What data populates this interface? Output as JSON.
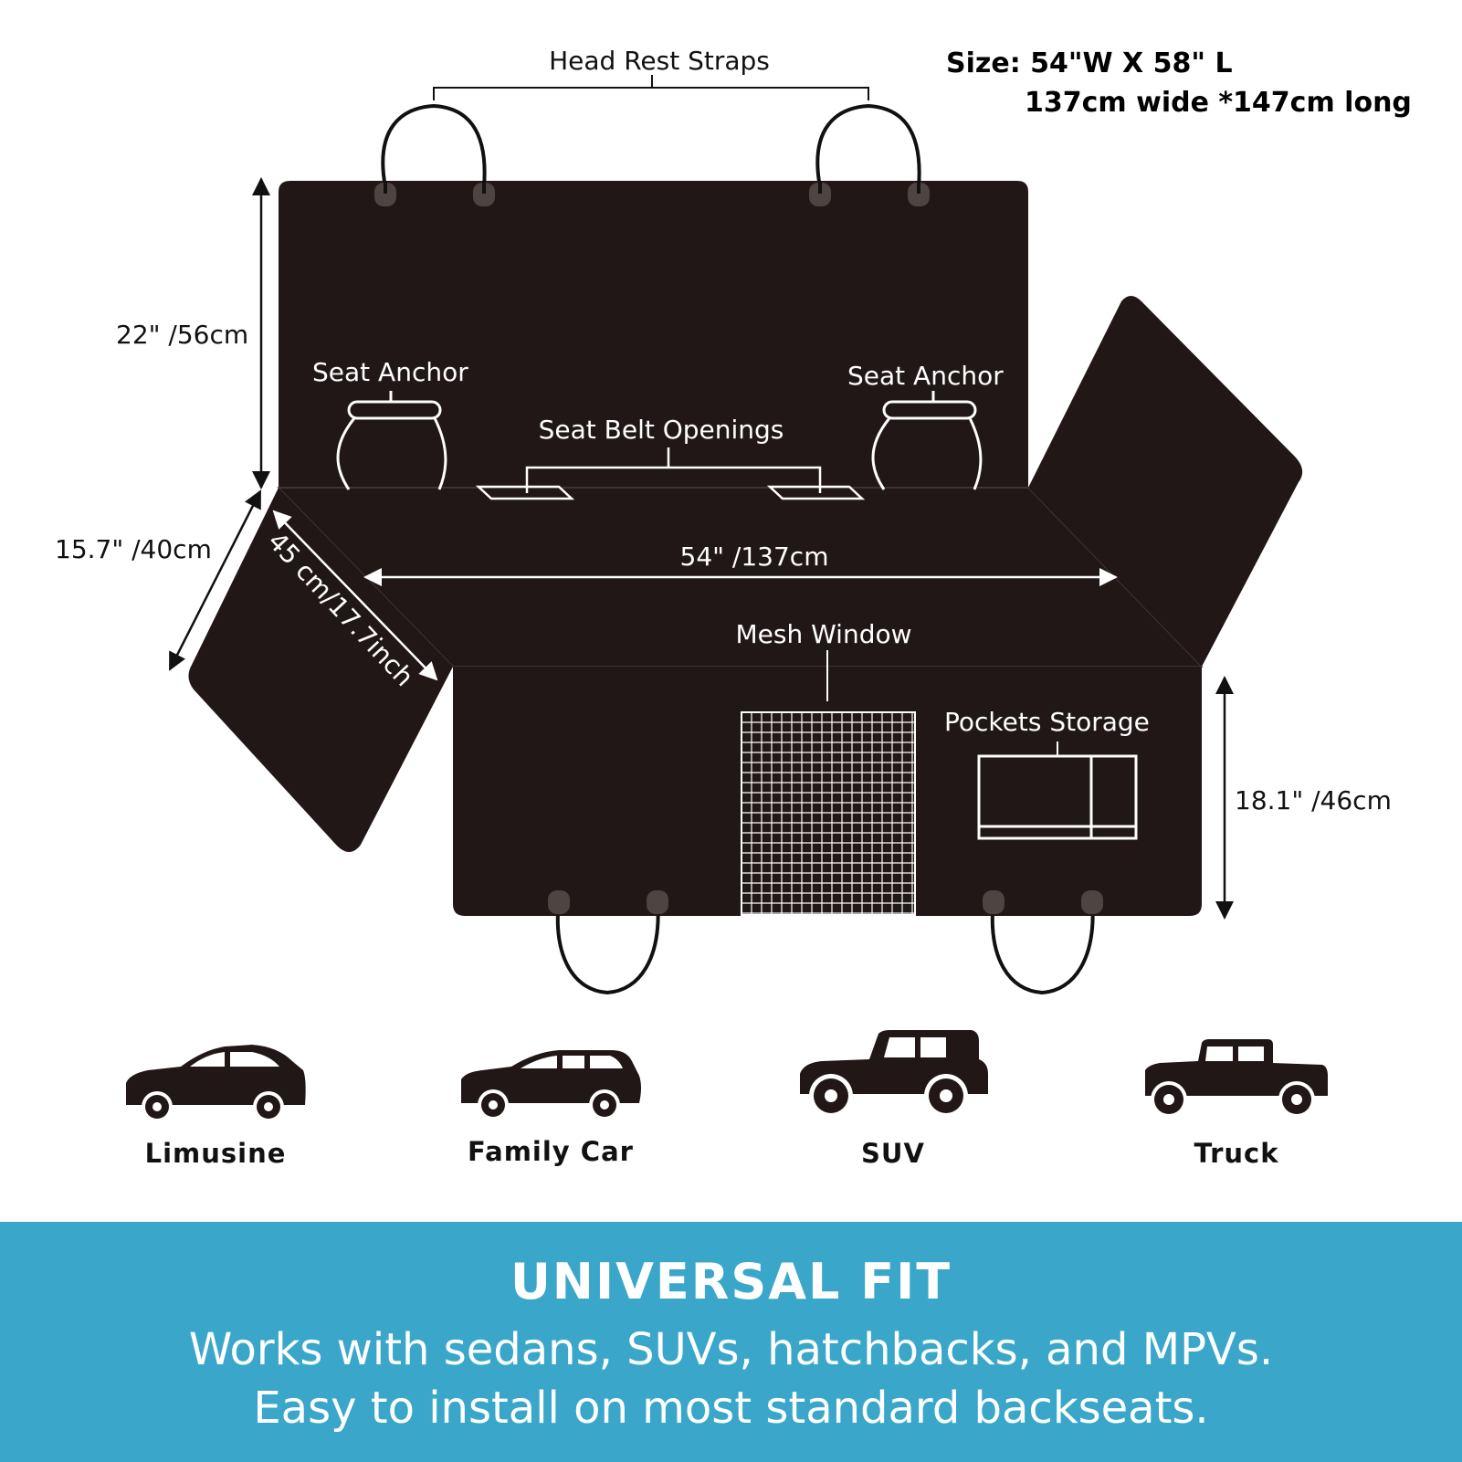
{
  "header": {
    "head_rest_straps": "Head Rest Straps",
    "size_line1": "Size: 54\"W X 58\" L",
    "size_line2": "137cm wide *147cm long"
  },
  "dimensions": {
    "back_height": "22\" /56cm",
    "side_flap": "15.7\" /40cm",
    "seat_depth": "45 cm/17.7inch",
    "width": "54\" /137cm",
    "front_height": "18.1\" /46cm"
  },
  "features": {
    "seat_anchor_left": "Seat Anchor",
    "seat_anchor_right": "Seat Anchor",
    "seat_belt_openings": "Seat Belt Openings",
    "mesh_window": "Mesh Window",
    "pockets_storage": "Pockets Storage"
  },
  "vehicles": [
    {
      "label": "Limusine",
      "icon": "sedan-icon"
    },
    {
      "label": "Family Car",
      "icon": "wagon-icon"
    },
    {
      "label": "SUV",
      "icon": "suv-icon"
    },
    {
      "label": "Truck",
      "icon": "truck-icon"
    }
  ],
  "banner": {
    "title": "UNIVERSAL FIT",
    "line1": "Works with sedans, SUVs, hatchbacks, and MPVs.",
    "line2": "Easy to install on most standard backseats."
  },
  "colors": {
    "cover": "#211716",
    "banner": "#3aa7ca"
  }
}
